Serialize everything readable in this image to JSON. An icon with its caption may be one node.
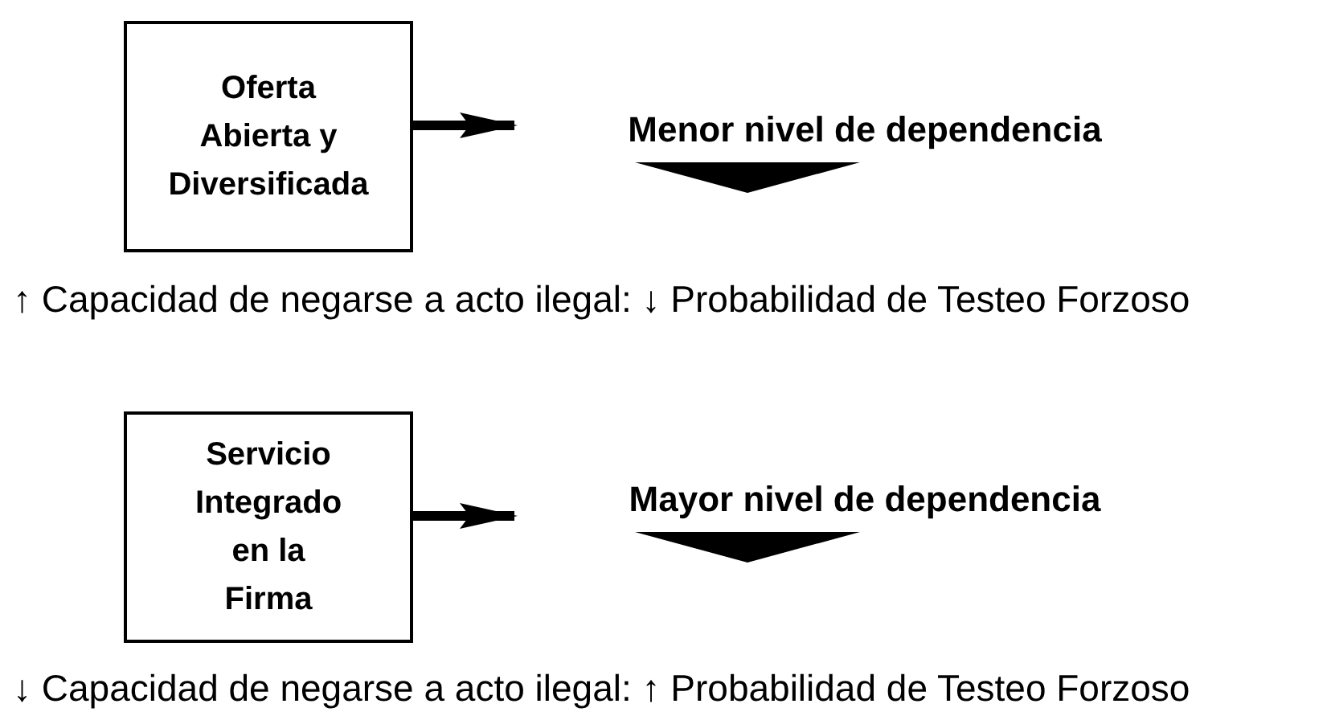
{
  "diagram": {
    "nodes": [
      {
        "text": [
          "Oferta Abierta y Diversificada"
        ]
      },
      {
        "text": [
          "Menor nivel de dependencia"
        ]
      },
      {
        "text": [
          "Servicio Integrado en la Firma"
        ]
      },
      {
        "text": [
          "Mayor nivel de dependencia"
        ]
      }
    ],
    "edges": [
      {
        "from": 0,
        "to": 1,
        "arrow": "to"
      },
      {
        "from": 2,
        "to": 3,
        "arrow": "to"
      }
    ],
    "labels": [
      "↑ Capacidad de negarse a acto ilegal: ↓ Probabilidad de Testeo Forzoso",
      "↓ Capacidad de negarse a acto ilegal: ↑ Probabilidad de Testeo Forzoso"
    ]
  }
}
